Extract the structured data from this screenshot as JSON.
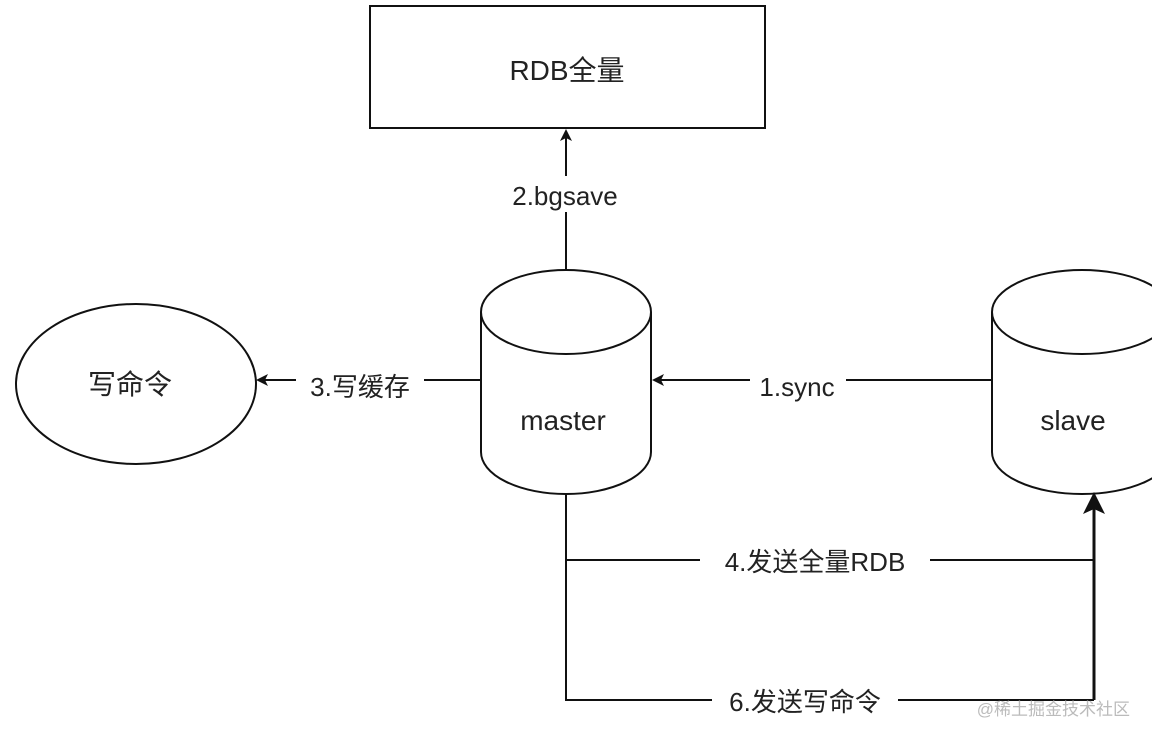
{
  "nodes": {
    "rdb": "RDB全量",
    "write_cmd": "写命令",
    "master": "master",
    "slave": "slave"
  },
  "edges": {
    "sync": "1.sync",
    "bgsave": "2.bgsave",
    "write_cache": "3.写缓存",
    "send_rdb": "4.发送全量RDB",
    "send_cmd": "6.发送写命令"
  },
  "watermark": "@稀土掘金技术社区"
}
